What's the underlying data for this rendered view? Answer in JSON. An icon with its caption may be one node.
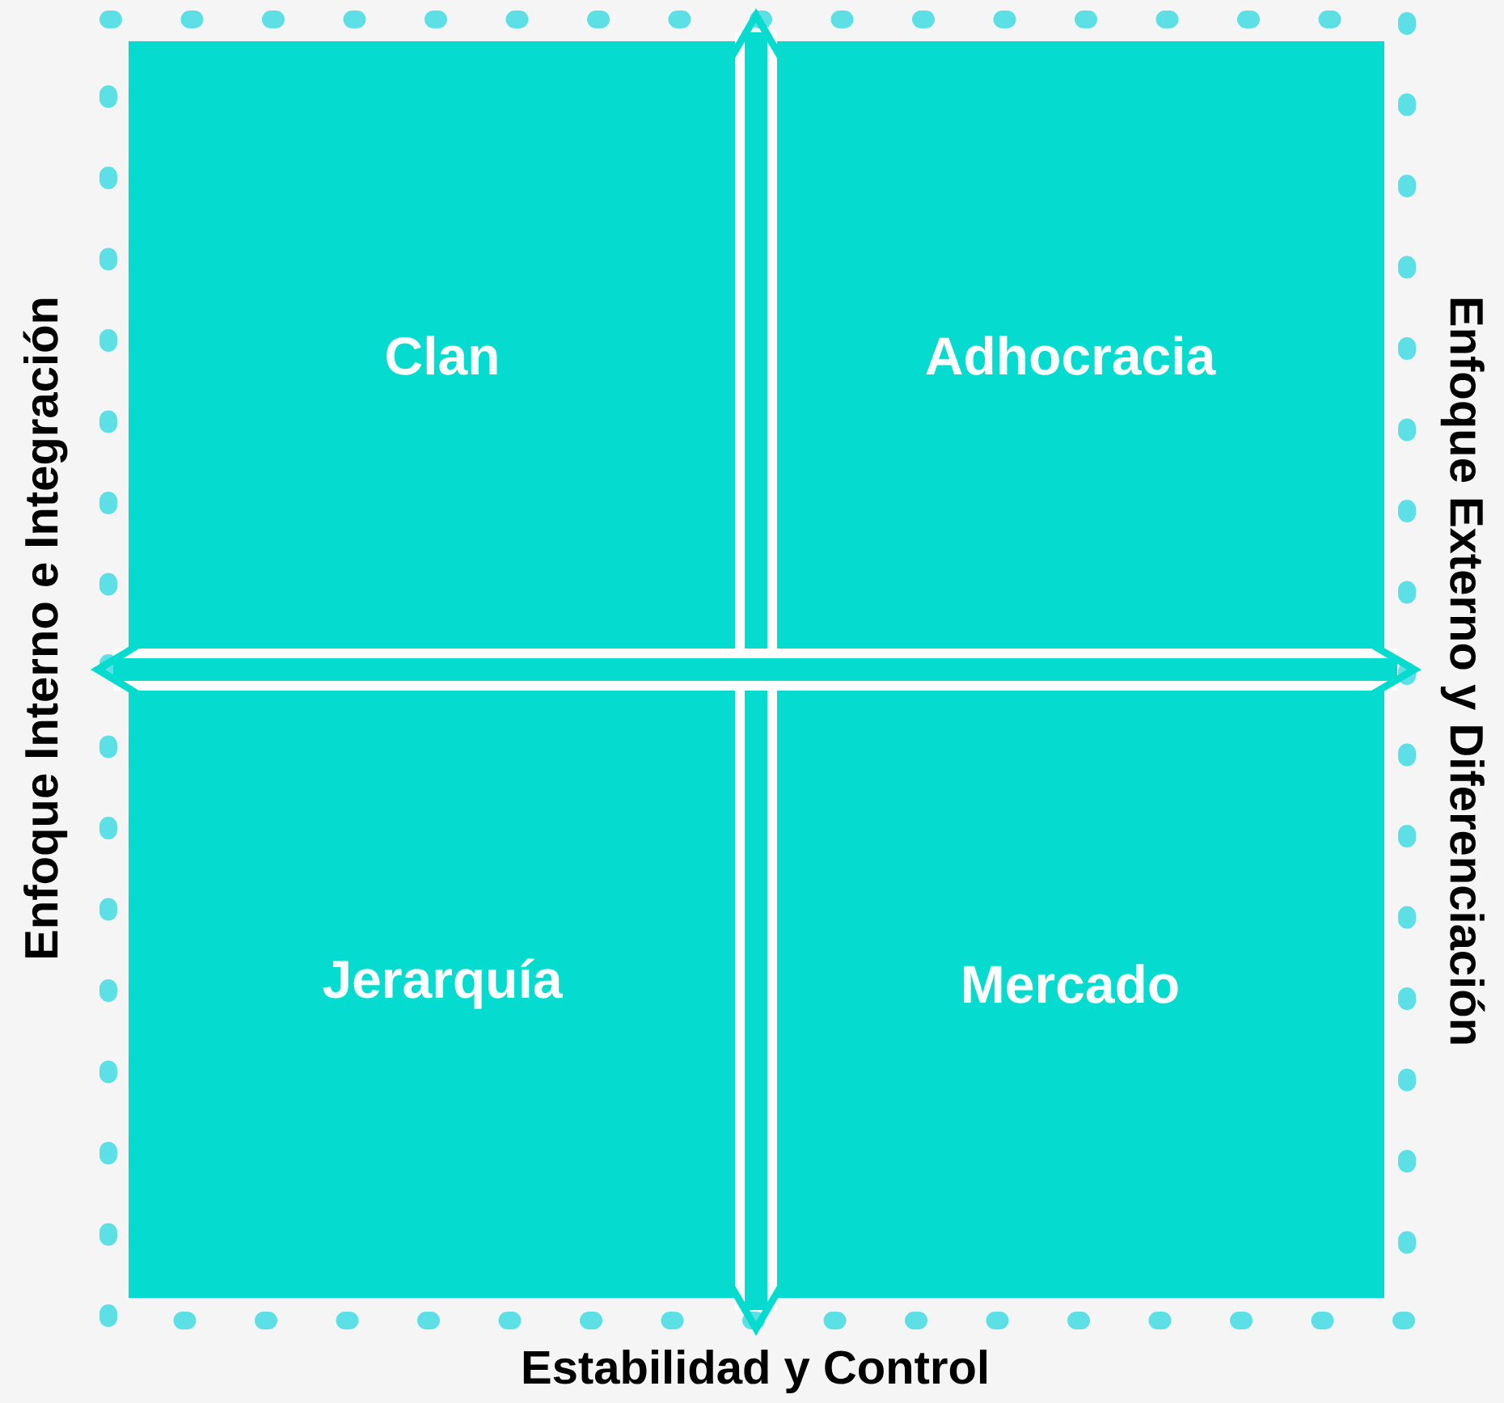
{
  "diagram": {
    "nodes": [
      {
        "text": [
          "Clan"
        ]
      },
      {
        "text": [
          "Adhocracia"
        ]
      },
      {
        "text": [
          "Jerarquía"
        ]
      },
      {
        "text": [
          "Mercado"
        ]
      }
    ],
    "labels": [
      "Enfoque Interno e Integración",
      "Enfoque Externo y Diferenciación",
      "Estabilidad y Control"
    ]
  }
}
